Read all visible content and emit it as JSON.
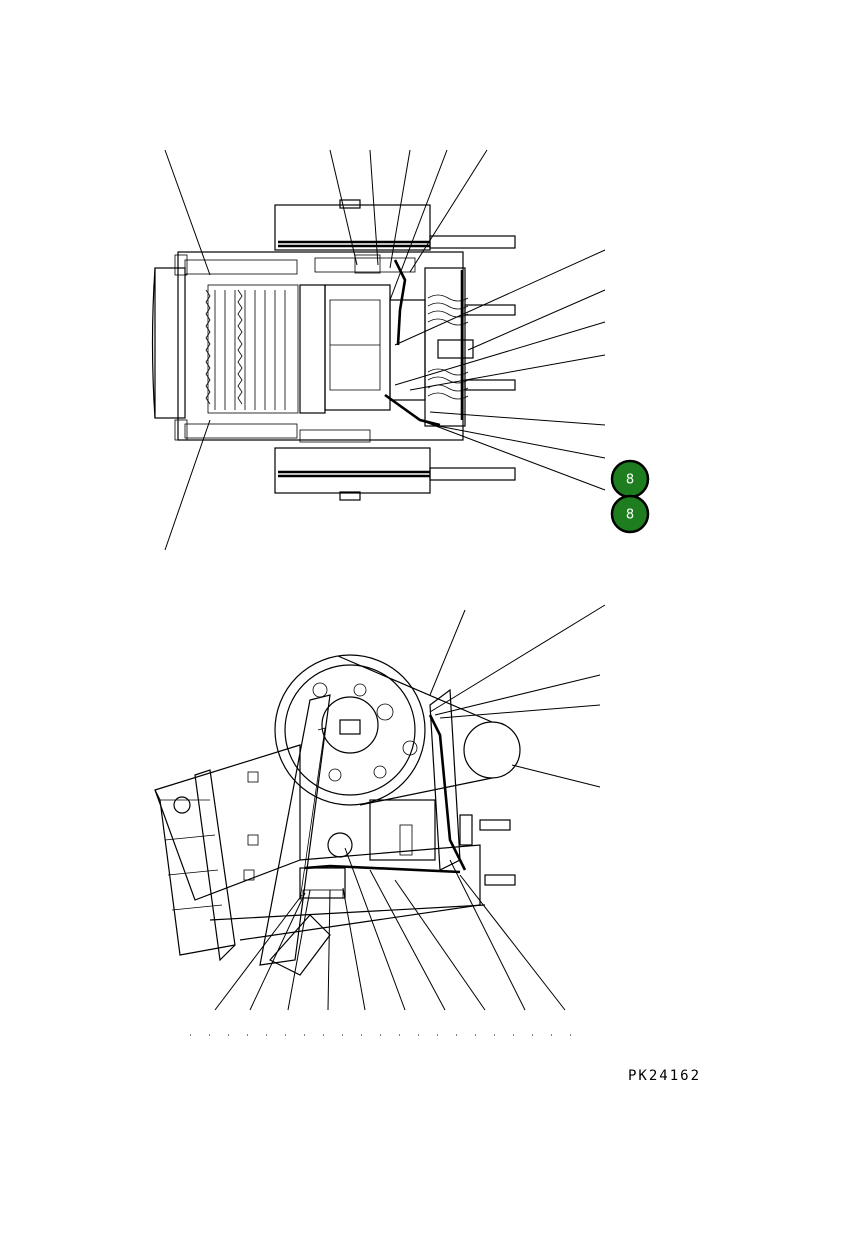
{
  "drawing": {
    "code": "PK24162"
  },
  "callouts": [
    {
      "id": "badge-1",
      "label": "8"
    },
    {
      "id": "badge-2",
      "label": "8"
    }
  ]
}
